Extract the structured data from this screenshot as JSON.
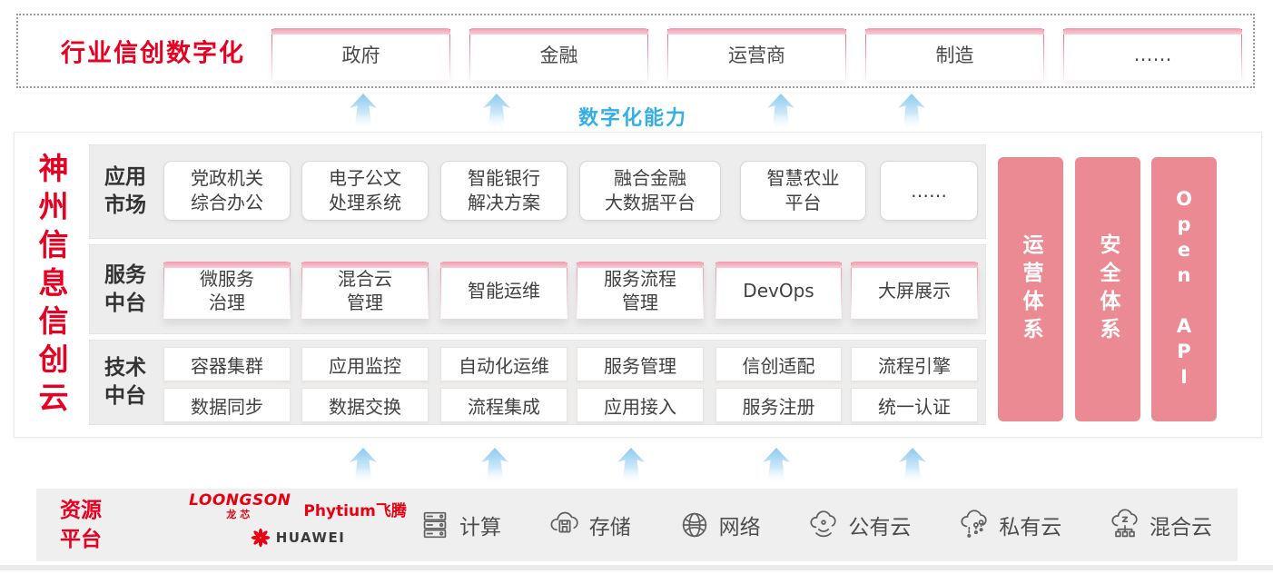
{
  "colors": {
    "accent_red": "#e60021",
    "brand_red": "#e60012",
    "pillar_pink": "#ec8a93",
    "capability_blue": "#35aee3"
  },
  "top_band": {
    "title": "行业信创数字化",
    "industries": [
      "政府",
      "金融",
      "运营商",
      "制造",
      "……"
    ]
  },
  "capability": {
    "label": "数字化能力"
  },
  "main": {
    "vertical_title": "神州信息信创云",
    "app_row": {
      "label": "应用\n市场",
      "cards": [
        "党政机关\n综合办公",
        "电子公文\n处理系统",
        "智能银行\n解决方案",
        "融合金融\n大数据平台",
        "智慧农业\n平台",
        "……"
      ]
    },
    "service_row": {
      "label": "服务\n中台",
      "cards": [
        "微服务\n治理",
        "混合云\n管理",
        "智能运维",
        "服务流程\n管理",
        "DevOps",
        "大屏展示"
      ]
    },
    "tech_row": {
      "label": "技术\n中台",
      "cards_top": [
        "容器集群",
        "应用监控",
        "自动化运维",
        "服务管理",
        "信创适配",
        "流程引擎"
      ],
      "cards_bottom": [
        "数据同步",
        "数据交换",
        "流程集成",
        "应用接入",
        "服务注册",
        "统一认证"
      ]
    },
    "pillars": [
      "运营体系",
      "安全体系",
      "Open API"
    ]
  },
  "resources": {
    "label": "资源\n平台",
    "brands": {
      "loongson": {
        "name": "LOONGSON",
        "sub": "龙芯"
      },
      "phytium": {
        "name": "Phytium飞腾"
      },
      "huawei": {
        "name": "HUAWEI"
      }
    },
    "items": [
      {
        "icon": "compute-icon",
        "label": "计算"
      },
      {
        "icon": "storage-icon",
        "label": "存储"
      },
      {
        "icon": "network-icon",
        "label": "网络"
      },
      {
        "icon": "public-cloud-icon",
        "label": "公有云"
      },
      {
        "icon": "private-cloud-icon",
        "label": "私有云"
      },
      {
        "icon": "hybrid-cloud-icon",
        "label": "混合云"
      }
    ]
  }
}
